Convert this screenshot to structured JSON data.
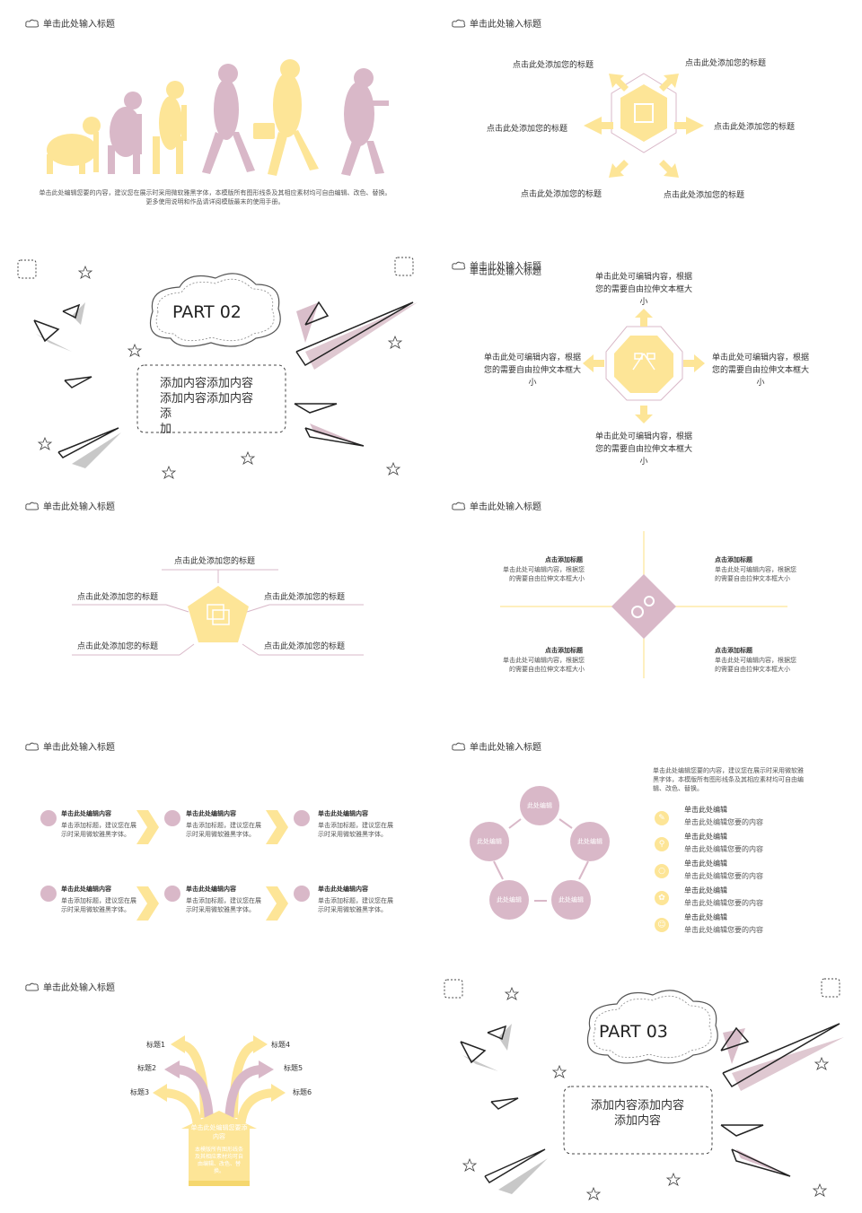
{
  "header": "单击此处输入标题",
  "s1": {
    "caption": "单击此处编辑您要的内容，建议您在展示时采用微软雅黑字体，本模版所有图形线条及其相应素材均可自由编辑、改色、替换。更多使用说明和作品请详阅模版最末的使用手册。"
  },
  "s2": {
    "labels": [
      "点击此处添加您的标题",
      "点击此处添加您的标题",
      "点击此处添加您的标题",
      "点击此处添加您的标题",
      "点击此处添加您的标题",
      "点击此处添加您的标题"
    ]
  },
  "s3": {
    "part": "PART 02",
    "box": "添加内容添加内容添加内容添加内容添　　　　　　　　加"
  },
  "s4": {
    "header_overlap": "单击此处输入标题",
    "top": "单击此处可编辑内容，根据您的需要自由拉伸文本框大小",
    "left": "单击此处可编辑内容，根据您的需要自由拉伸文本框大小",
    "right": "单击此处可编辑内容，根据您的需要自由拉伸文本框大小",
    "bottom": "单击此处可编辑内容，根据您的需要自由拉伸文本框大小"
  },
  "s5": {
    "top": "点击此处添加您的标题",
    "labels": [
      "点击此处添加您的标题",
      "点击此处添加您的标题",
      "点击此处添加您的标题",
      "点击此处添加您的标题"
    ]
  },
  "s6": {
    "title": "点击添加标题",
    "body": "单击此处可编辑内容，根据您的需要自由拉伸文本框大小"
  },
  "s7": {
    "title": "单击此处编辑内容",
    "body": "单击添加标题，建议您在展示时采用微软雅黑字体。"
  },
  "s8": {
    "circle_label": "此处编辑",
    "desc": "单击此处编辑您要的内容，建议您在展示时采用微软雅黑字体，本模版所有图形线条及其相应素材均可自由编辑、改色、替换。",
    "item_title": "单击此处编辑",
    "item_body": "单击此处编辑您要的内容"
  },
  "s9": {
    "labels": [
      "标题1",
      "标题2",
      "标题3",
      "标题4",
      "标题5",
      "标题6"
    ],
    "main": "单击此处编辑您要添内容",
    "sub": "本模版所有图形线条及其相应素材均可自由编辑、改色、替换。"
  },
  "s10": {
    "part": "PART 03",
    "box": "添加内容添加内容添加内容"
  },
  "colors": {
    "yellow": "#fde597",
    "pink": "#d9b8c8",
    "mauve": "#c9a3b3",
    "gray": "#c8c8c8"
  }
}
